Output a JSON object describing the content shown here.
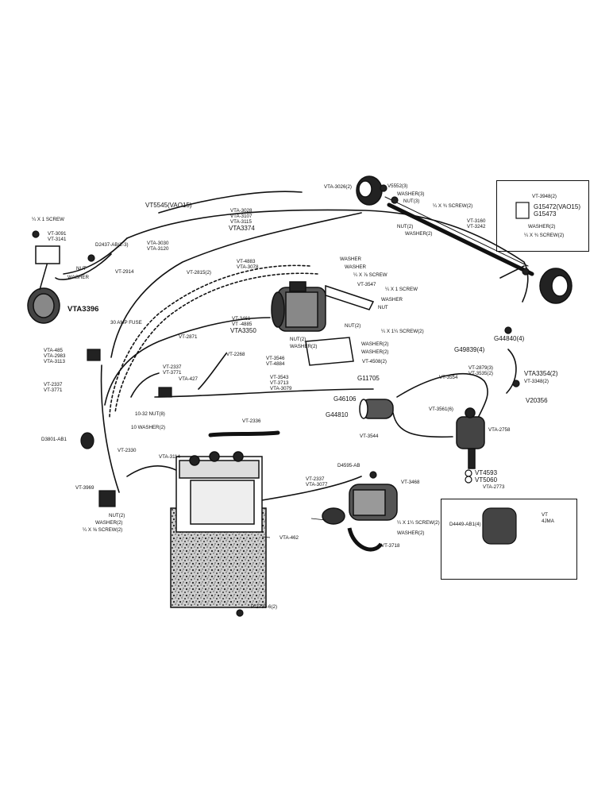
{
  "diagram": {
    "labels": {
      "vt5545": "VT5545(VAO15)",
      "vta3026": "VTA-3026(2)",
      "v5552": "V5552(3)",
      "washer3": "WASHER(3)",
      "nut3": "NUT(3)",
      "screw_top": "¼ X ¾ SCREW(2)",
      "nut2_top": "NUT(2)",
      "washer2_top": "WASHER(2)",
      "vt3160": "VT-3160",
      "vt3242": "VT-3242",
      "vt3948": "VT-3948(2)",
      "g15472": "G15472(VAO15)",
      "g15473": "G15473",
      "washer2_inset": "WASHER(2)",
      "screw_inset": "¼ X ¾ SCREW(2)",
      "vta_group1": [
        "VTA-3028",
        "VTA-3107",
        "VTA-3115",
        "VTA3374"
      ],
      "screw_tl": "¼ X 1 SCREW",
      "vt3091": [
        "VT-3091",
        "VT-3141"
      ],
      "d2437": "D2437-AB(2-3)",
      "vta3030": [
        "VTA-3030",
        "VTA-3120"
      ],
      "nut_tl": "NUT",
      "washer_tl": "WASHER",
      "vt2914": "VT-2914",
      "vta3396": "VTA3396",
      "vt4883": [
        "VT-4883",
        "VTA-3078"
      ],
      "vt2815": "VT-2815(2)",
      "washer_mid": "WASHER",
      "washer_mid2": "WASHER",
      "screw_mid": "¼ X ⅞ SCREW",
      "vt3547": "VT-3547",
      "screw_mid2": "¼ X 1 SCREW",
      "washer_mid3": "WASHER",
      "nut_mid": "NUT",
      "vt3461": [
        "VT-3461",
        "VT -4885",
        "VTA3350"
      ],
      "amp_fuse": "30 AMP FUSE",
      "vt2871": "VT-2871",
      "nut2_mid": "NUT(2)",
      "screw_mid3": "¼ X 1¼ SCREW(2)",
      "washer2_mid": "WASHER(2)",
      "washer2_mid2": "WASHER(2)",
      "vt4508": "VT-4508(2)",
      "nut2_b": "NUT(2)",
      "washer2_b": "WASHER(2)",
      "vt3546": [
        "VT-3546",
        "VT-4884"
      ],
      "vt2268": "VT-2268",
      "vta485": [
        "VTA-485",
        "VTA-2983",
        "VTA-3113"
      ],
      "vt2337a": [
        "VT-2337",
        "VT-3771"
      ],
      "vta427": "VTA-427",
      "vt3543": [
        "VT-3543",
        "VT-3713",
        "VTA-3079"
      ],
      "g11705": "G11705",
      "vt3554": "VT-3554",
      "g44840": "G44840(4)",
      "g49839": "G49839(4)",
      "vt2879": [
        "VT-2879(3)",
        "VT-3535(2)"
      ],
      "vta3354": [
        "VTA3354(2)",
        "VT-3348(2)"
      ],
      "vt2337b": [
        "VT-2337",
        "VT-3771"
      ],
      "g46106": "G46106",
      "g44810": "G44810",
      "vt3561": "VT-3561(6)",
      "vta2758": "VTA-2758",
      "v20356": "V20356",
      "nut10": "10-32 NUT(8)",
      "washer10": "10 WASHER(2)",
      "vt3544": "VT-3544",
      "vt2336": "VT-2336",
      "d3801": "D3801-AB1",
      "vt2330": "VT-2330",
      "vta3114": "VTA-3114",
      "d4595": "D4595-AB",
      "vt3468": "VT-3468",
      "vt4593": "VT4593",
      "vt5060": "VT5060",
      "vta2773": "VTA-2773",
      "vt3969": "VT-3969",
      "nut2_l": "NUT(2)",
      "washer2_l": "WASHER(2)",
      "screw_l": "¼ X ⅝ SCREW(2)",
      "vt2337c": [
        "VT-2337",
        "VTA-3077"
      ],
      "screw_bot": "¼ X 1¼ SCREW(2)",
      "washer2_bot": "WASHER(2)",
      "vt3718": "VT-3718",
      "vta462": "VTA-462",
      "d4449": "D4449-AB1(4)",
      "cap_part": [
        "VT",
        "4ЈМА"
      ],
      "p2730": "P-2730-6(2)"
    }
  }
}
